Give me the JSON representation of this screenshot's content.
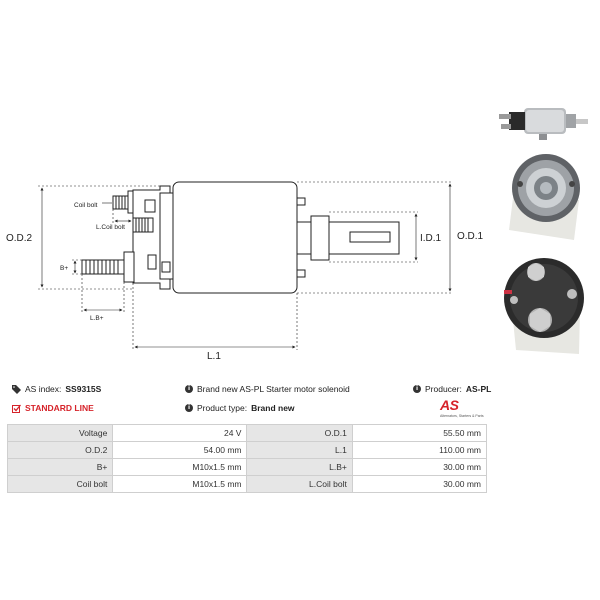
{
  "drawing": {
    "labels": {
      "od2": "O.D.2",
      "od1": "O.D.1",
      "id1": "I.D.1",
      "l1": "L.1",
      "coil_bolt": "Coil bolt",
      "l_coil_bolt": "L.Coil bolt",
      "b_plus": "B+",
      "l_b_plus": "L.B+"
    }
  },
  "info": {
    "as_index_label": "AS index:",
    "as_index_value": "SS9315S",
    "description": "Brand new AS-PL Starter motor solenoid",
    "producer_label": "Producer:",
    "producer_value": "AS-PL",
    "standard_line": "STANDARD LINE",
    "product_type_label": "Product type:",
    "product_type_value": "Brand new"
  },
  "logo": {
    "text": "AS",
    "tagline": "Alternators, Starters & Parts"
  },
  "specs": [
    [
      {
        "label": "Voltage",
        "value": "24 V"
      },
      {
        "label": "O.D.1",
        "value": "55.50 mm"
      }
    ],
    [
      {
        "label": "O.D.2",
        "value": "54.00 mm"
      },
      {
        "label": "L.1",
        "value": "110.00 mm"
      }
    ],
    [
      {
        "label": "B+",
        "value": "M10x1.5 mm"
      },
      {
        "label": "L.B+",
        "value": "30.00 mm"
      }
    ],
    [
      {
        "label": "Coil bolt",
        "value": "M10x1.5 mm"
      },
      {
        "label": "L.Coil bolt",
        "value": "30.00 mm"
      }
    ]
  ],
  "colors": {
    "accent": "#d6232a",
    "label_bg": "#e6e6e6",
    "border": "#cfcfcf"
  }
}
